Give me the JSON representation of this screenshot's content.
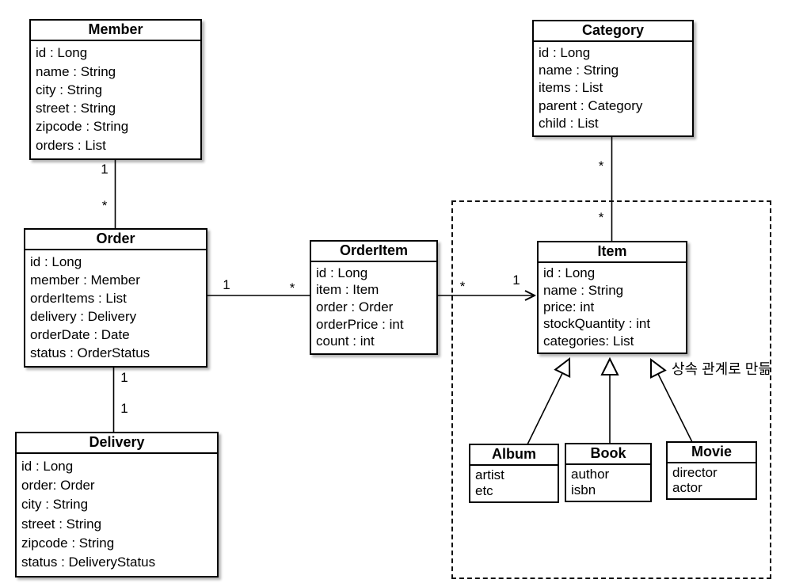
{
  "diagram": {
    "type": "uml-class-diagram",
    "classes": {
      "member": {
        "name": "Member",
        "attributes": [
          "id : Long",
          "name : String",
          "city : String",
          "street : String",
          "zipcode : String",
          "orders : List"
        ]
      },
      "category": {
        "name": "Category",
        "attributes": [
          "id : Long",
          "name : String",
          "items : List",
          "parent : Category",
          "child : List"
        ]
      },
      "order": {
        "name": "Order",
        "attributes": [
          "id : Long",
          "member : Member",
          "orderItems : List",
          "delivery : Delivery",
          "orderDate : Date",
          "status : OrderStatus"
        ]
      },
      "order_item": {
        "name": "OrderItem",
        "attributes": [
          "id : Long",
          "item : Item",
          "order : Order",
          "orderPrice : int",
          "count : int"
        ]
      },
      "item": {
        "name": "Item",
        "attributes": [
          "id : Long",
          "name : String",
          "price: int",
          "stockQuantity : int",
          "categories: List"
        ]
      },
      "delivery": {
        "name": "Delivery",
        "attributes": [
          "id : Long",
          "order: Order",
          "city : String",
          "street : String",
          "zipcode : String",
          "status : DeliveryStatus"
        ]
      },
      "album": {
        "name": "Album",
        "attributes": [
          "artist",
          "etc"
        ]
      },
      "book": {
        "name": "Book",
        "attributes": [
          "author",
          "isbn"
        ]
      },
      "movie": {
        "name": "Movie",
        "attributes": [
          "director",
          "actor"
        ]
      }
    },
    "relationships": {
      "member_order": {
        "from": "Member",
        "to": "Order",
        "from_label": "1",
        "to_label": "*"
      },
      "order_orderitem": {
        "from": "Order",
        "to": "OrderItem",
        "from_label": "1",
        "to_label": "*"
      },
      "orderitem_item": {
        "from": "OrderItem",
        "to": "Item",
        "from_label": "*",
        "to_label": "1",
        "arrow": "open-arrow"
      },
      "category_item": {
        "from": "Category",
        "to": "Item",
        "from_label": "*",
        "to_label": "*"
      },
      "order_delivery": {
        "from": "Order",
        "to": "Delivery",
        "from_label": "1",
        "to_label": "1"
      },
      "inheritance": {
        "parent": "Item",
        "children": [
          "Album",
          "Book",
          "Movie"
        ],
        "arrow": "hollow-triangle",
        "annotation": "상속 관계로 만듦"
      }
    },
    "colors": {
      "line": "#000000",
      "background": "#ffffff"
    }
  }
}
